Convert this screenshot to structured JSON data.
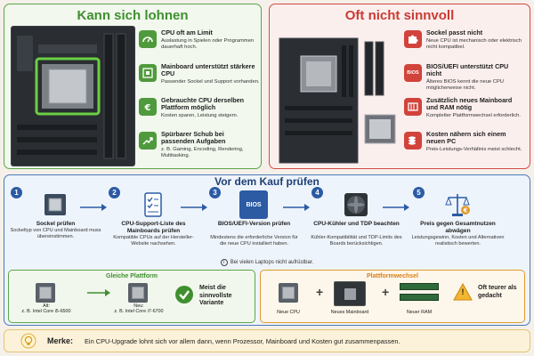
{
  "lohnen": {
    "title": "Kann sich lohnen",
    "items": [
      {
        "title": "CPU oft am Limit",
        "desc": "Auslastung in Spielen oder Programmen dauerhaft hoch."
      },
      {
        "title": "Mainboard unterstützt stärkere CPU",
        "desc": "Passender Sockel und Support vorhanden."
      },
      {
        "title": "Gebrauchte CPU derselben Plattform möglich",
        "desc": "Kosten sparen, Leistung steigern."
      },
      {
        "title": "Spürbarer Schub bei passenden Aufgaben",
        "desc": "z. B. Gaming, Encoding, Rendering, Multitasking."
      }
    ]
  },
  "nicht": {
    "title": "Oft nicht sinnvoll",
    "items": [
      {
        "title": "Sockel passt nicht",
        "desc": "Neue CPU ist mechanisch oder elektrisch nicht kompatibel."
      },
      {
        "title": "BIOS/UEFI unterstützt CPU nicht",
        "desc": "Älteres BIOS kennt die neue CPU möglicherweise nicht.",
        "icon_text": "BIOS"
      },
      {
        "title": "Zusätzlich neues Mainboard und RAM nötig",
        "desc": "Kompletter Plattformwechsel erforderlich."
      },
      {
        "title": "Kosten nähern sich einem neuen PC",
        "desc": "Preis-Leistungs-Verhältnis meist schlecht."
      }
    ]
  },
  "kauf": {
    "title": "Vor dem Kauf prüfen",
    "steps": [
      {
        "num": "1",
        "title": "Sockel prüfen",
        "desc": "Sockeltyp von CPU und Mainboard muss übereinstimmen."
      },
      {
        "num": "2",
        "title": "CPU-Support-Liste des Mainboards prüfen",
        "desc": "Kompatible CPUs auf der Hersteller-Website nachsehen."
      },
      {
        "num": "3",
        "title": "BIOS/UEFI-Version prüfen",
        "desc": "Mindestens die erforderliche Version für die neue CPU installiert haben.",
        "icon_text": "BIOS"
      },
      {
        "num": "4",
        "title": "CPU-Kühler und TDP beachten",
        "desc": "Kühler-Kompatibilität und TDP-Limits des Boards berücksichtigen."
      },
      {
        "num": "5",
        "title": "Preis gegen Gesamtnutzen abwägen",
        "desc": "Leistungsgewinn, Kosten und Alternativen realistisch bewerten."
      }
    ],
    "note_icon": "i",
    "note": "Bei vielen Laptops nicht aufrüstbar."
  },
  "gleiche": {
    "title": "Gleiche Plattform",
    "alt_label": "Alt:",
    "alt_cpu": "z. B. Intel Core i5-6500",
    "neu_label": "Neu:",
    "neu_cpu": "z. B. Intel Core i7-6700",
    "verdict": "Meist die sinnvollste Variante"
  },
  "wechsel": {
    "title": "Plattformwechsel",
    "cpu": "Neue CPU",
    "board": "Neues Mainboard",
    "ram": "Neuer RAM",
    "plus": "+",
    "verdict": "Oft teurer als gedacht",
    "warn": "!"
  },
  "merke": {
    "label": "Merke:",
    "text": "Ein CPU-Upgrade lohnt sich vor allem dann, wenn Prozessor, Mainboard und Kosten gut zusammenpassen."
  },
  "colors": {
    "green": "#4f9a3c",
    "red": "#d1433b",
    "blue": "#2c5ba4",
    "orange": "#e09a2b"
  }
}
